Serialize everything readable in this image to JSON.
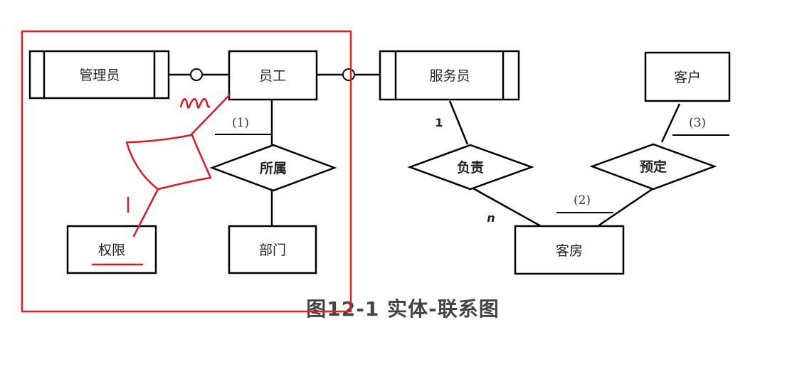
{
  "caption": "图12-1  实体-联系图",
  "entities": {
    "admin": "管理员",
    "employee": "员工",
    "server": "服务员",
    "customer": "客户",
    "permission": "权限",
    "department": "部门",
    "room": "客房"
  },
  "relationships": {
    "belongs": "所属",
    "responsible": "负责",
    "reserve": "预定"
  },
  "placeholders": {
    "p1": "(1)",
    "p2": "(2)",
    "p3": "(3)"
  },
  "cardinalities": {
    "one": "1",
    "many": "n"
  },
  "annotation_colors": {
    "highlight_box": "#e02020",
    "pen": "#d81b2a"
  }
}
